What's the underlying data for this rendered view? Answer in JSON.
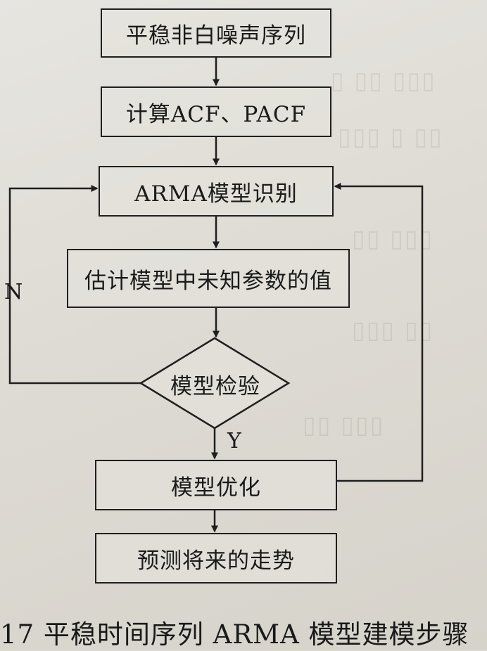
{
  "nodes": {
    "start": "平稳非白噪声序列",
    "compute": "计算ACF、PACF",
    "identify": "ARMA模型识别",
    "estimate": "估计模型中未知参数的值",
    "check": "模型检验",
    "optimize": "模型优化",
    "forecast": "预测将来的走势"
  },
  "labels": {
    "no": "N",
    "yes": "Y"
  },
  "caption": "17 平稳时间序列 ARMA 模型建模步骤",
  "colors": {
    "ink": "#1f1f1f",
    "paper": "#e2e0da"
  }
}
